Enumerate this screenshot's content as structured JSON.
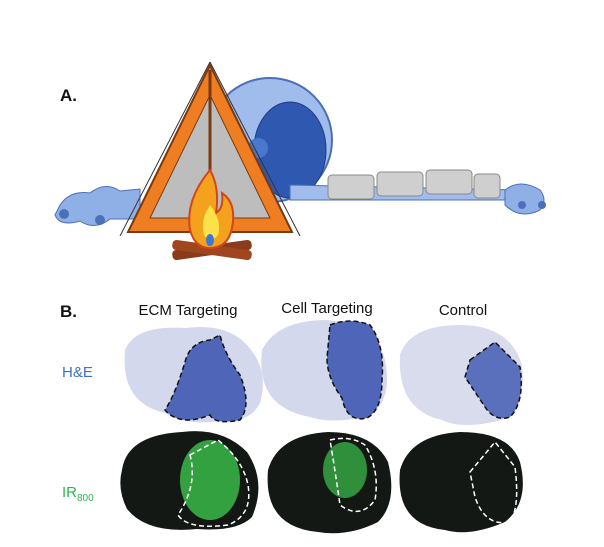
{
  "panel_a": {
    "label": "A."
  },
  "panel_b": {
    "label": "B.",
    "columns": [
      "ECM Targeting",
      "Cell Targeting",
      "Control"
    ],
    "rows": [
      {
        "label": "H&E",
        "color": "#3a72c8"
      },
      {
        "label": "IR",
        "subscript": "800",
        "color": "#2fb54d"
      }
    ]
  }
}
